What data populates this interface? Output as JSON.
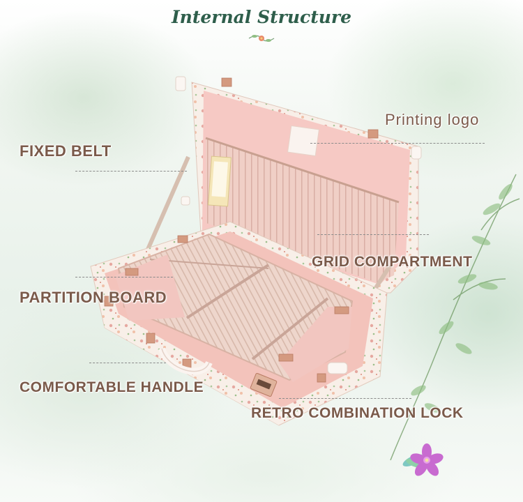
{
  "header": {
    "title": "Internal Structure"
  },
  "labels": {
    "fixed_belt": "FIXED BELT",
    "printing_logo": "Printing logo",
    "grid_compartment": "GRID COMPARTMENT",
    "partition_board": "PARTITION BOARD",
    "comfortable_handle": "COMFORTABLE HANDLE",
    "retro_combination_lock": "RETRO COMBINATION LOCK"
  },
  "colors": {
    "title": "#2e5e4b",
    "label_text": "#7a5a4a",
    "lining_pink": "#f6c9c4",
    "case_cream": "#f7ece4",
    "hardware_rose_gold": "#d49a80"
  }
}
